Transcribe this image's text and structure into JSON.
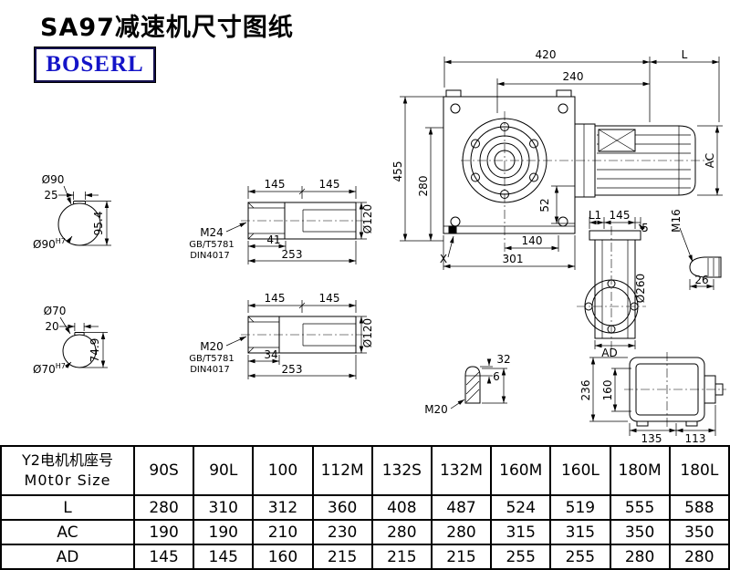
{
  "page": {
    "title": "SA97减速机尺寸图纸",
    "logo": "BOSERL"
  },
  "main_view": {
    "dim_420": "420",
    "dim_L": "L",
    "dim_240": "240",
    "dim_455": "455",
    "dim_280": "280",
    "dim_AC": "AC",
    "dim_52": "52",
    "dim_140": "140",
    "dim_301": "301",
    "label_X": "X"
  },
  "section_top": {
    "dia": "Ø90",
    "key_width": "25",
    "height": "95.4",
    "bore": "Ø90",
    "bore_tol": "H7"
  },
  "section_bottom": {
    "dia": "Ø70",
    "key_width": "20",
    "height": "74.9",
    "bore": "Ø70",
    "bore_tol": "H7"
  },
  "shaft_top": {
    "dim_145a": "145",
    "dim_145b": "145",
    "dia": "Ø120",
    "thread": "M24",
    "std1": "GB/T5781",
    "std2": "DIN4017",
    "dim_41": "41",
    "dim_253": "253"
  },
  "shaft_bottom": {
    "dim_145a": "145",
    "dim_145b": "145",
    "dia": "Ø120",
    "thread": "M20",
    "std1": "GB/T5781",
    "std2": "DIN4017",
    "dim_34": "34",
    "dim_253": "253"
  },
  "side_view": {
    "dim_L1": "L1",
    "dim_145": "145",
    "dim_5": "5",
    "thread": "M16",
    "dia": "Ø260",
    "dim_26": "26",
    "dim_AD": "AD"
  },
  "plug_detail": {
    "thread": "M20",
    "dim_6": "6",
    "dim_32": "32"
  },
  "rear_view": {
    "dim_236": "236",
    "dim_160": "160",
    "dim_135": "135",
    "dim_113": "113"
  },
  "table": {
    "header_cn": "Y2电机机座号",
    "header_en": "M0t0r Size",
    "columns": [
      "90S",
      "90L",
      "100",
      "112M",
      "132S",
      "132M",
      "160M",
      "160L",
      "180M",
      "180L"
    ],
    "rows": [
      {
        "label": "L",
        "values": [
          "280",
          "310",
          "312",
          "360",
          "408",
          "487",
          "524",
          "519",
          "555",
          "588"
        ]
      },
      {
        "label": "AC",
        "values": [
          "190",
          "190",
          "210",
          "230",
          "280",
          "280",
          "315",
          "315",
          "350",
          "350"
        ]
      },
      {
        "label": "AD",
        "values": [
          "145",
          "145",
          "160",
          "215",
          "215",
          "215",
          "255",
          "255",
          "280",
          "280"
        ]
      }
    ]
  }
}
